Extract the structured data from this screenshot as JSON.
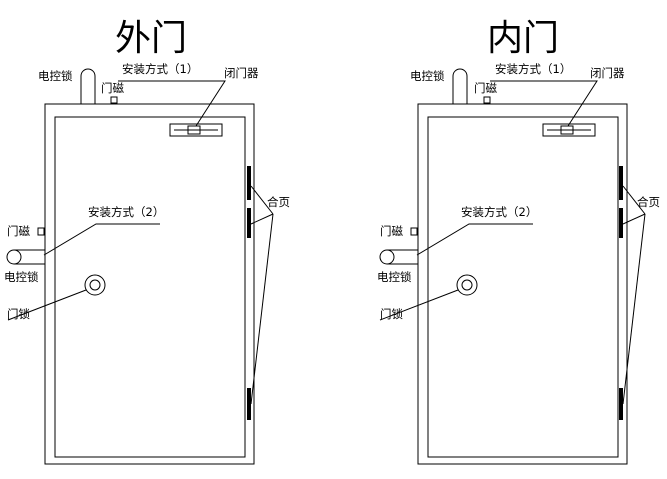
{
  "left": {
    "title": "外门",
    "label_electric_lock_top": "电控锁",
    "label_door_magnet_top": "门磁",
    "label_install_method_1": "安装方式（1）",
    "label_door_closer": "闭门器",
    "label_hinge": "合页",
    "label_door_magnet_side": "门磁",
    "label_install_method_2": "安装方式（2）",
    "label_electric_lock_side": "电控锁",
    "label_door_lock": "门锁"
  },
  "right": {
    "title": "内门",
    "label_electric_lock_top": "电控锁",
    "label_door_magnet_top": "门磁",
    "label_install_method_1": "安装方式（1）",
    "label_door_closer": "闭门器",
    "label_hinge": "合页",
    "label_door_magnet_side": "门磁",
    "label_install_method_2": "安装方式（2）",
    "label_electric_lock_side": "电控锁",
    "label_door_lock": "门锁"
  },
  "colors": {
    "line": "#000000",
    "background": "#ffffff"
  }
}
